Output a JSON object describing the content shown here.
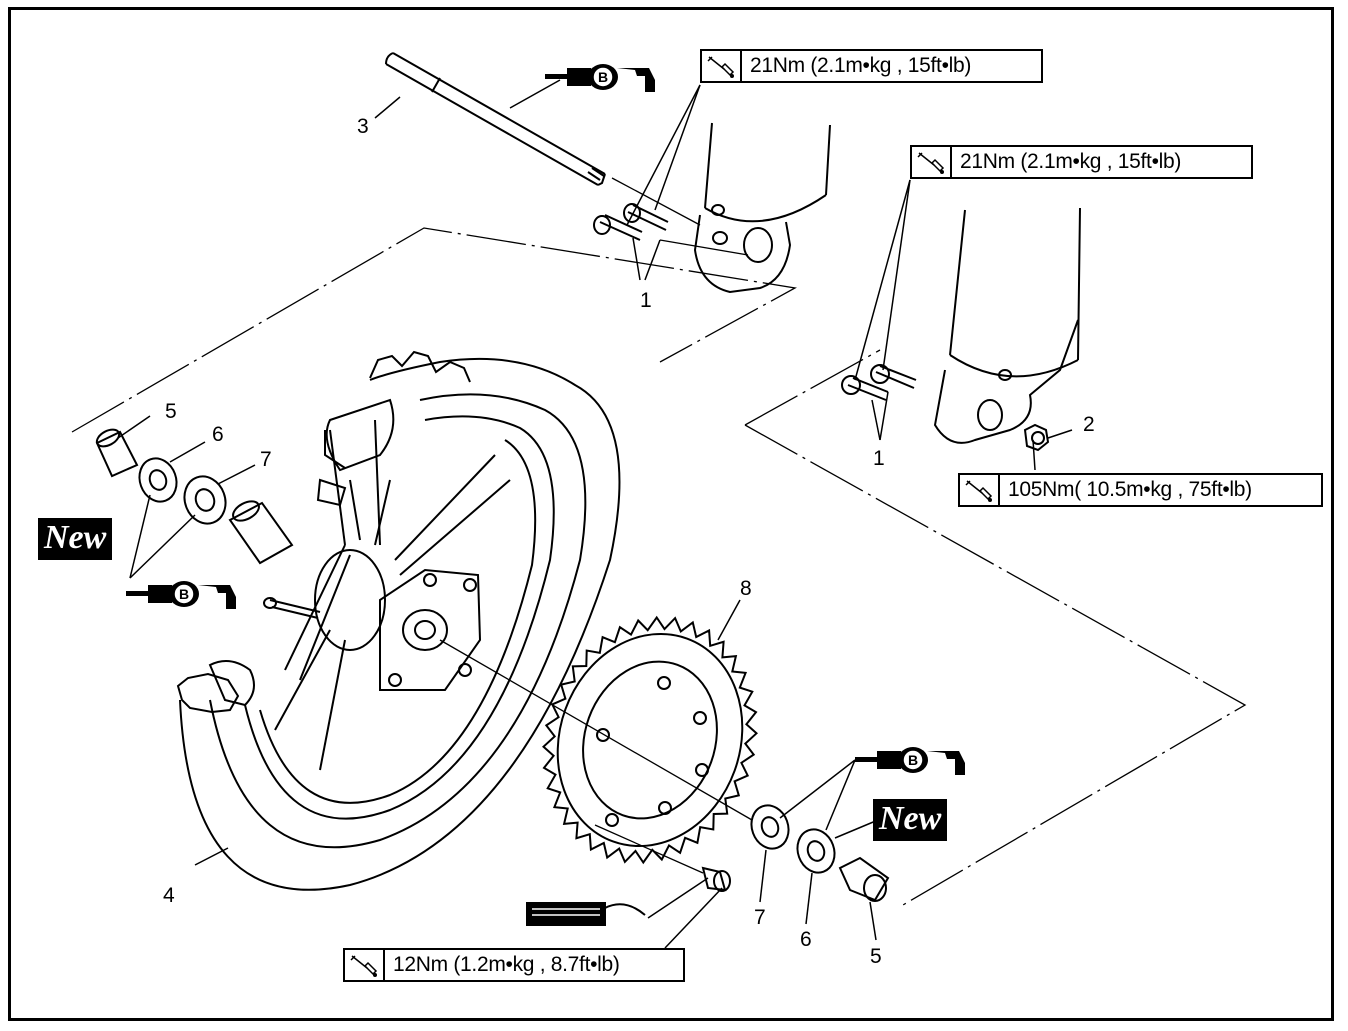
{
  "part_numbers": {
    "axle": "3",
    "bolts_upper": "1",
    "bolts_lower": "1",
    "axle_nut": "2",
    "collar_left": "5",
    "oil_seal_left": "6",
    "bearing_left": "7",
    "sprocket": "8",
    "wheel": "4",
    "bearing_right": "7",
    "oil_seal_right": "6",
    "collar_right": "5"
  },
  "torque_specs": {
    "upper_pinch_bolts": "21Nm (2.1m•kg , 15ft•lb)",
    "lower_pinch_bolts": "21Nm (2.1m•kg , 15ft•lb)",
    "axle_nut": "105Nm( 10.5m•kg , 75ft•lb)",
    "sprocket_bolts": "12Nm (1.2m•kg , 8.7ft•lb)"
  },
  "badges": {
    "new_left": "New",
    "new_right": "New"
  },
  "grease_letter": "B",
  "icons": [
    "torque-wrench-icon",
    "grease-gun-icon",
    "thread-locker-icon"
  ]
}
